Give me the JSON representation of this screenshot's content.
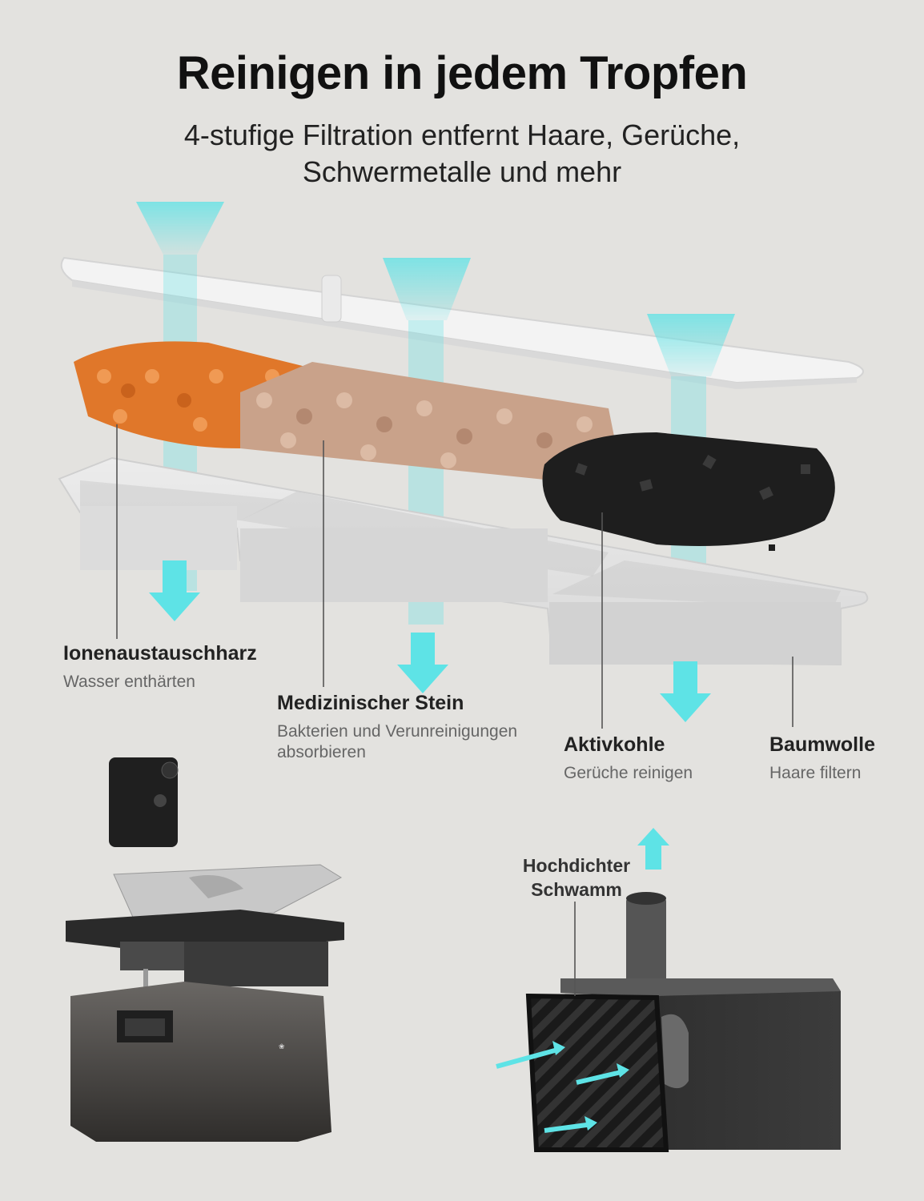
{
  "header": {
    "title": "Reinigen in jedem Tropfen",
    "subtitle_line1": "4-stufige Filtration entfernt Haare, Gerüche,",
    "subtitle_line2": "Schwermetalle und mehr"
  },
  "stages": [
    {
      "name": "Ionenaustauschharz",
      "desc_line1": "Wasser enthärten",
      "desc_line2": ""
    },
    {
      "name": "Medizinischer Stein",
      "desc_line1": "Bakterien und Verunreinigungen",
      "desc_line2": "absorbieren"
    },
    {
      "name": "Aktivkohle",
      "desc_line1": "Gerüche reinigen",
      "desc_line2": ""
    },
    {
      "name": "Baumwolle",
      "desc_line1": "Haare filtern",
      "desc_line2": ""
    }
  ],
  "pump": {
    "label_line1": "Hochdichter",
    "label_line2": "Schwamm"
  },
  "colors": {
    "background": "#e3e2df",
    "water_accent": "#5ee3e6",
    "resin": "#e0772a",
    "stone": "#c9a28a",
    "carbon": "#1e1e1e",
    "filter_panel": "#f1f1f1"
  }
}
